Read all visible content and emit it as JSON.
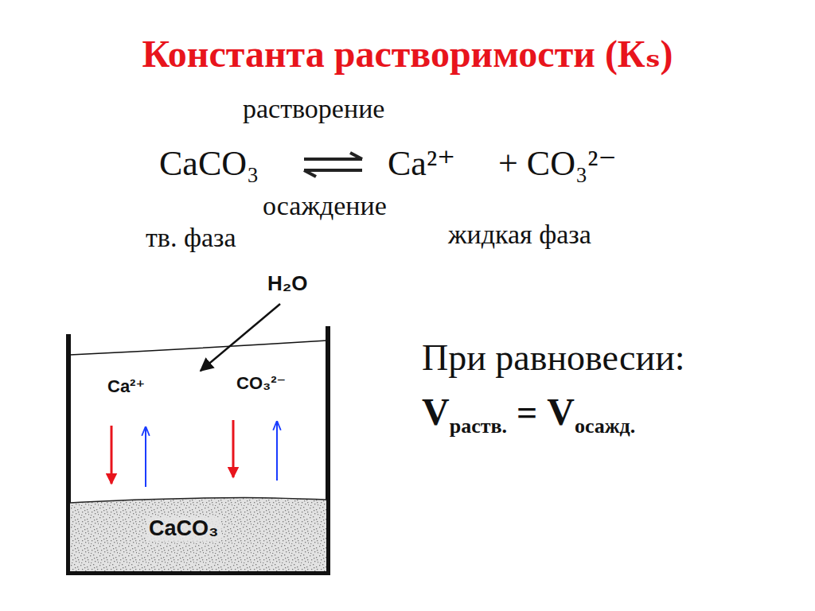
{
  "diagram": {
    "title": "Константа растворимости (Кₛ)",
    "nodes": [
      {
        "text": [
          "Ca²⁺",
          "CO₃²⁻"
        ]
      },
      {
        "text": [
          "CaCO₃"
        ],
        "in": 0
      }
    ],
    "labels": [
      "растворение",
      "CaCO₃",
      "Ca²⁺",
      "+ CO₃²⁻",
      "осаждение",
      "тв. фаза",
      "жидкая фаза",
      "H₂O",
      "При равновесии:",
      "V",
      "раств.",
      "=",
      "V",
      "осажд."
    ]
  }
}
